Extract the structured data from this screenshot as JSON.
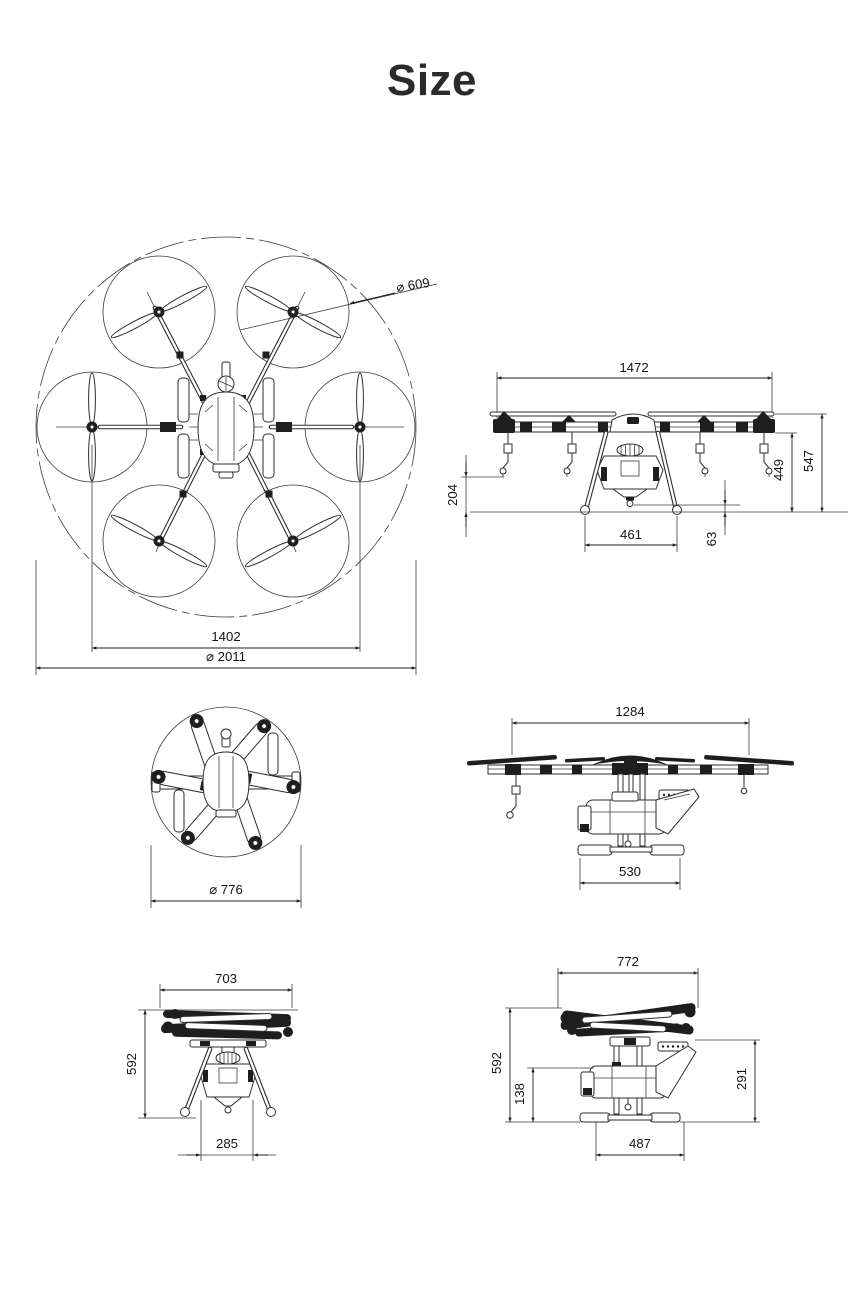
{
  "page": {
    "title": "Size",
    "background": "#ffffff",
    "line_color": "#2e2e2e",
    "text_color": "#141414"
  },
  "views": {
    "top_unfolded": {
      "name": "top-view-unfolded",
      "dims": {
        "prop_diameter": "⌀ 609",
        "motor_span": "1402",
        "overall_diameter": "⌀ 2011"
      }
    },
    "front_unfolded": {
      "name": "front-view-unfolded",
      "dims": {
        "overall_width": "1472",
        "nozzle_to_ground": "204",
        "leg_track": "461",
        "nozzle_height": "63",
        "body_height": "449",
        "overall_height": "547"
      }
    },
    "top_folded": {
      "name": "top-view-folded",
      "dims": {
        "folded_diameter": "⌀ 776"
      }
    },
    "side_unfolded": {
      "name": "side-view-unfolded",
      "dims": {
        "overall_width": "1284",
        "base_width": "530"
      }
    },
    "front_folded": {
      "name": "front-view-folded",
      "dims": {
        "overall_width": "703",
        "overall_height": "592",
        "leg_track": "285"
      }
    },
    "side_folded": {
      "name": "side-view-folded",
      "dims": {
        "overall_width": "772",
        "overall_height": "592",
        "tank_clearance": "138",
        "payload_height": "291",
        "base_width": "487"
      }
    }
  }
}
